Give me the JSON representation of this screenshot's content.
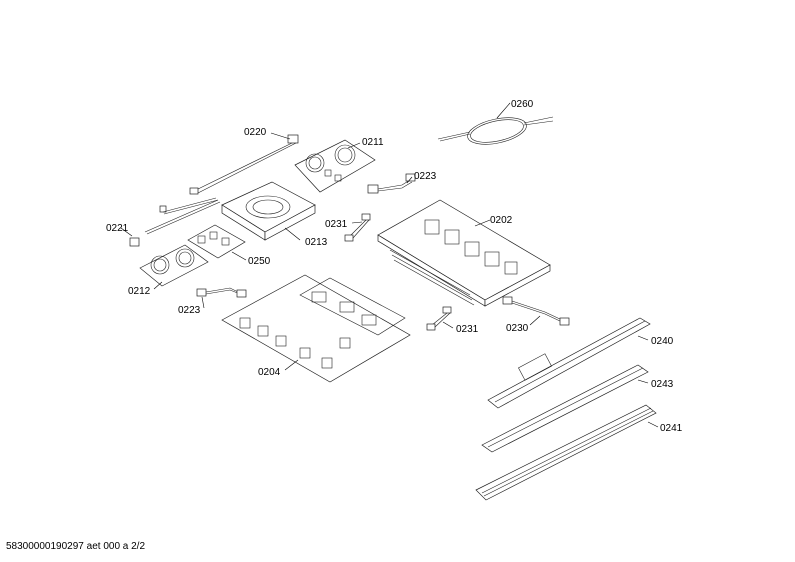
{
  "parts": {
    "p0260": "0260",
    "p0220": "0220",
    "p0211": "0211",
    "p0223a": "0223",
    "p0231a": "0231",
    "p0202": "0202",
    "p0213": "0213",
    "p0221": "0221",
    "p0250": "0250",
    "p0212": "0212",
    "p0223b": "0223",
    "p0231b": "0231",
    "p0230": "0230",
    "p0240": "0240",
    "p0204": "0204",
    "p0243": "0243",
    "p0241": "0241"
  },
  "footer": "58300000190297 aet 000 a 2/2"
}
